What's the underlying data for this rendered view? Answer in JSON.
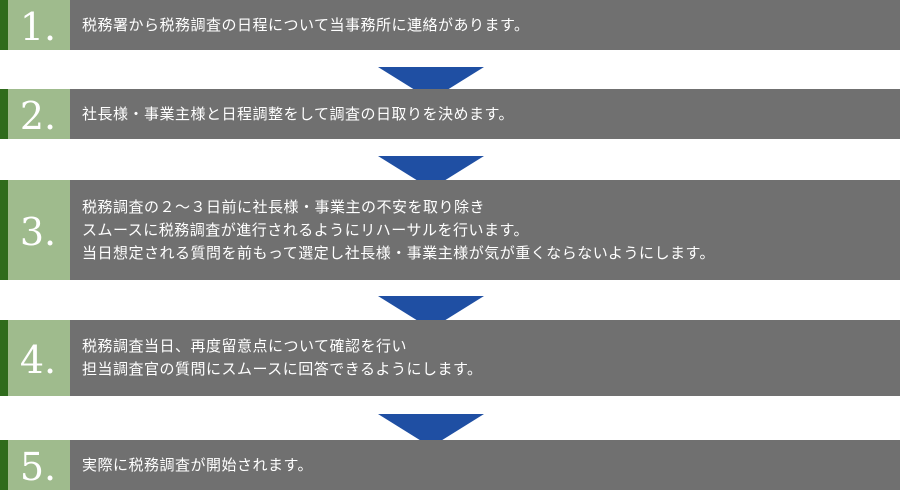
{
  "steps": [
    {
      "number": "1.",
      "lines": [
        "税務署から税務調査の日程について当事務所に連絡があります。"
      ]
    },
    {
      "number": "2.",
      "lines": [
        "社長様・事業主様と日程調整をして調査の日取りを決めます。"
      ]
    },
    {
      "number": "3.",
      "lines": [
        "税務調査の２～３日前に社長様・事業主の不安を取り除き",
        "スムースに税務調査が進行されるようにリハーサルを行います。",
        "当日想定される質問を前もって選定し社長様・事業主様が気が重くならないようにします。"
      ]
    },
    {
      "number": "4.",
      "lines": [
        "税務調査当日、再度留意点について確認を行い",
        "担当調査官の質問にスムースに回答できるようにします。"
      ]
    },
    {
      "number": "5.",
      "lines": [
        "実際に税務調査が開始されます。"
      ]
    }
  ],
  "arrow_icon": "down-triangle-arrow",
  "colors": {
    "number_bg": "#9fbb8d",
    "number_accent": "#2f6b1c",
    "text_bg": "#707070",
    "arrow": "#1f4fa3",
    "text": "#ffffff"
  }
}
